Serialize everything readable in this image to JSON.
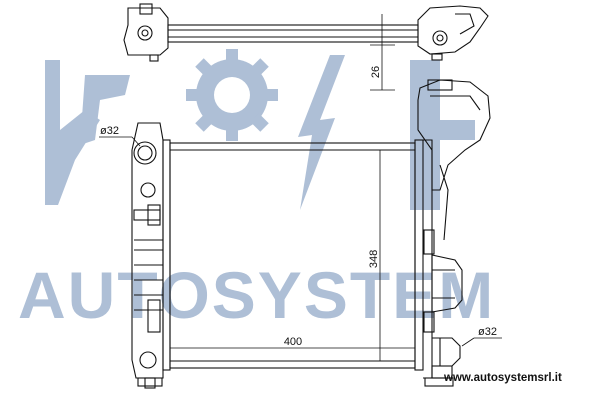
{
  "dimensions": {
    "top_offset": "26",
    "height": "348",
    "width": "400",
    "inlet_diameter": "ø32",
    "outlet_diameter": "ø32"
  },
  "watermark": {
    "brand": "AUTOSYSTEM",
    "website": "www.autosystemsrl.it"
  },
  "colors": {
    "line": "#111111",
    "watermark": "#aebfd6",
    "background": "#ffffff"
  }
}
